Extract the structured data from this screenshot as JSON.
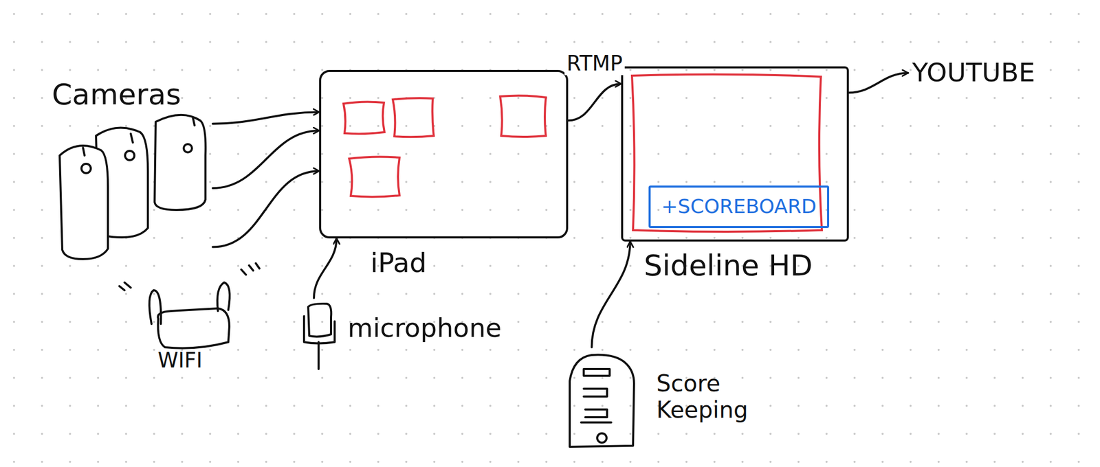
{
  "diagram": {
    "nodes": [
      {
        "text": [
          "Cameras"
        ]
      },
      {
        "text": [
          "iPad"
        ]
      },
      {
        "text": [
          "Sideline HD"
        ]
      },
      {
        "text": [
          "+SCOREBOARD"
        ],
        "in": 2
      },
      {
        "text": [
          "YOUTUBE"
        ]
      },
      {
        "text": [
          "microphone"
        ]
      },
      {
        "text": [
          "Score Keeping"
        ]
      }
    ],
    "edges": [
      {
        "from": 0,
        "to": 1,
        "arrow": "to"
      },
      {
        "from": 0,
        "to": 1,
        "arrow": "to"
      },
      {
        "from": 0,
        "to": 1,
        "arrow": "to"
      },
      {
        "from": 1,
        "to": 2,
        "label": "RTMP",
        "arrow": "to"
      },
      {
        "from": 2,
        "to": 4,
        "arrow": "to"
      },
      {
        "from": 5,
        "to": 1,
        "arrow": "to"
      },
      {
        "from": 6,
        "to": 2,
        "arrow": "to"
      }
    ],
    "labels": [
      "WIFI"
    ]
  }
}
